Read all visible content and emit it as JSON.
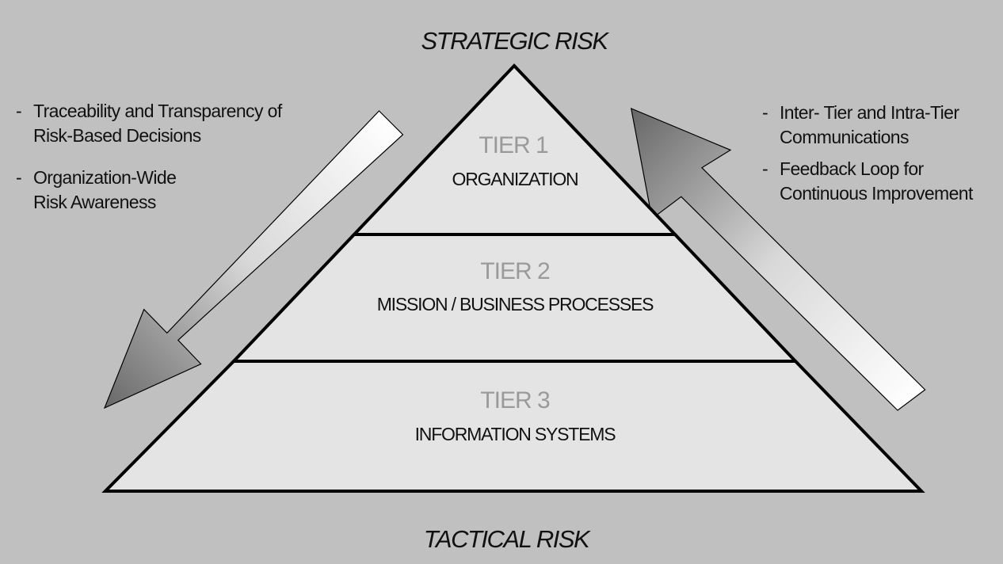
{
  "diagram": {
    "top_label": "STRATEGIC RISK",
    "bottom_label": "TACTICAL RISK",
    "tiers": [
      {
        "label": "TIER 1",
        "name": "ORGANIZATION"
      },
      {
        "label": "TIER 2",
        "name": "MISSION / BUSINESS PROCESSES"
      },
      {
        "label": "TIER 3",
        "name": "INFORMATION SYSTEMS"
      }
    ],
    "left_notes": [
      {
        "dash": "-",
        "lines": [
          "Traceability and Transparency of",
          "Risk-Based Decisions"
        ]
      },
      {
        "dash": "-",
        "lines": [
          "Organization-Wide",
          "Risk Awareness"
        ]
      }
    ],
    "right_notes": [
      {
        "dash": "-",
        "lines": [
          "Inter- Tier and Intra-Tier",
          "Communications"
        ]
      },
      {
        "dash": "-",
        "lines": [
          "Feedback Loop for",
          "Continuous Improvement"
        ]
      }
    ]
  },
  "colors": {
    "background": "#c0c0c0",
    "tier_fill": "#e4e4e4",
    "outline": "#000000",
    "tier_label": "#9a9a9a"
  }
}
